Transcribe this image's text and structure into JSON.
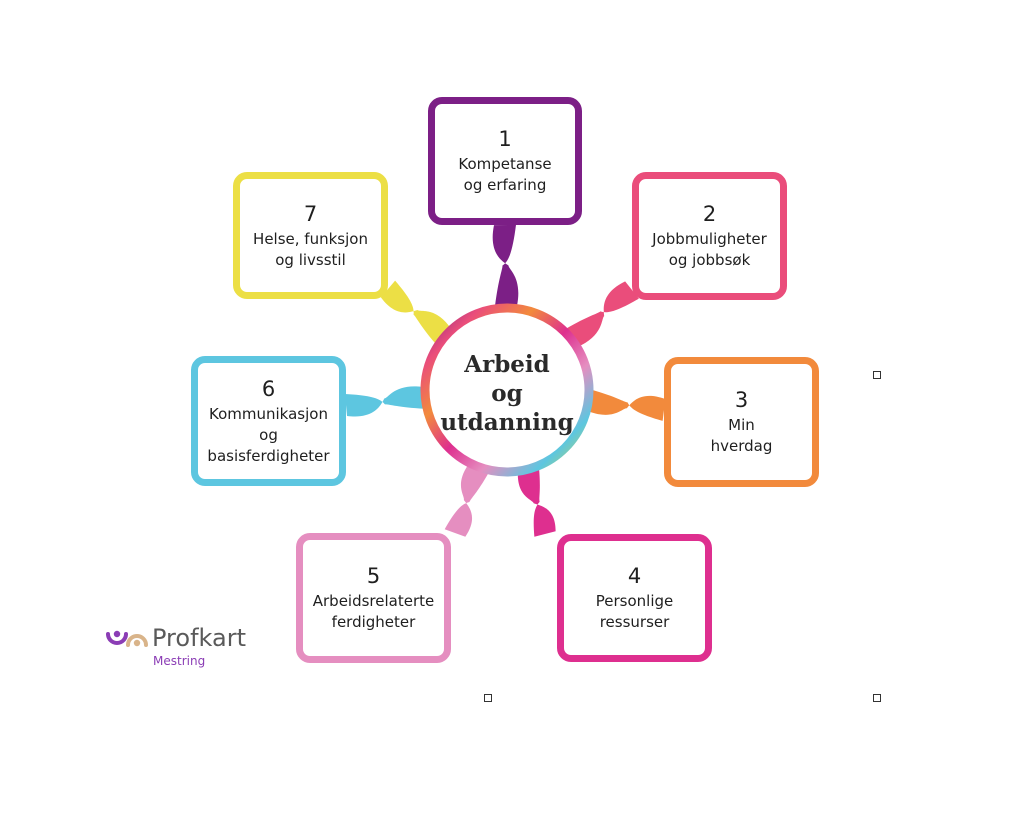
{
  "center": {
    "label": "Arbeid\nog\nutdanning"
  },
  "categories": [
    {
      "num": "1",
      "label": "Kompetanse\nog erfaring",
      "color": "#7c1f86"
    },
    {
      "num": "2",
      "label": "Jobbmuligheter\nog jobbsøk",
      "color": "#ea4d7b"
    },
    {
      "num": "3",
      "label": "Min\nhverdag",
      "color": "#f28a3c"
    },
    {
      "num": "4",
      "label": "Personlige\nressurser",
      "color": "#de2f8f"
    },
    {
      "num": "5",
      "label": "Arbeidsrelaterte\nferdigheter",
      "color": "#e58ec0"
    },
    {
      "num": "6",
      "label": "Kommunikasjon\nog\nbasisferdigheter",
      "color": "#5dc6e0"
    },
    {
      "num": "7",
      "label": "Helse, funksjon\nog livsstil",
      "color": "#ecdf45"
    }
  ],
  "ring_colors": [
    "#7c1f86",
    "#ea4d7b",
    "#f28a3c",
    "#de2f8f",
    "#e58ec0",
    "#5dc6e0",
    "#c9d94a"
  ],
  "logo": {
    "name": "Profkart",
    "subtitle": "Mestring",
    "color": "#8b3db5"
  }
}
